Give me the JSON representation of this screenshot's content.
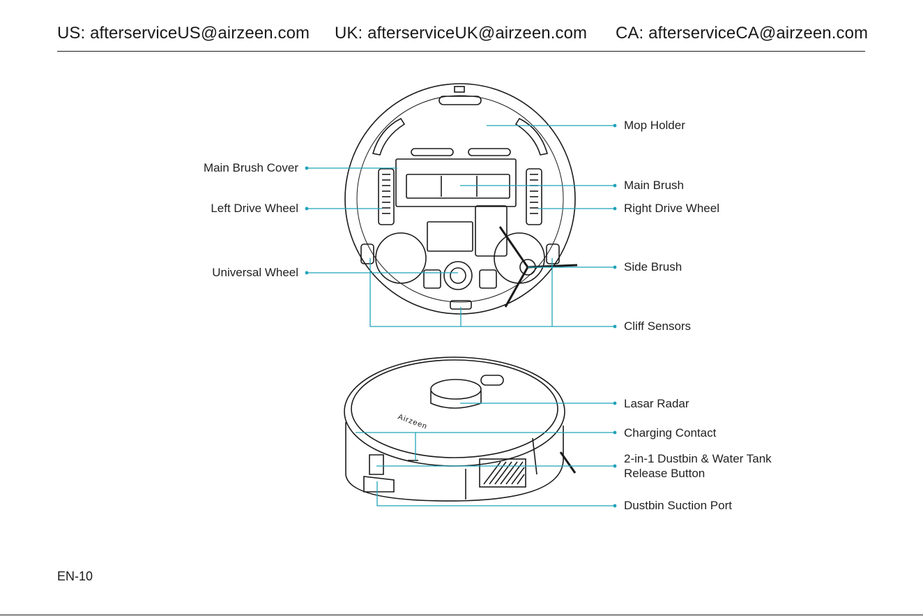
{
  "header": {
    "us_email": "US: afterserviceUS@airzeen.com",
    "uk_email": "UK: afterserviceUK@airzeen.com",
    "ca_email": "CA: afterserviceCA@airzeen.com"
  },
  "bottom_view": {
    "labels": {
      "mop_holder": "Mop Holder",
      "main_brush_cover": "Main Brush Cover",
      "main_brush": "Main Brush",
      "left_drive_wheel": "Left Drive Wheel",
      "right_drive_wheel": "Right Drive Wheel",
      "universal_wheel": "Universal Wheel",
      "side_brush": "Side Brush",
      "cliff_sensors": "Cliff Sensors"
    }
  },
  "top_view": {
    "brand_text": "Airzeen",
    "labels": {
      "lasar_radar": "Lasar Radar",
      "charging_contact": "Charging Contact",
      "dustbin_release_line1": "2-in-1 Dustbin & Water Tank",
      "dustbin_release_line2": "Release Button",
      "dustbin_suction_port": "Dustbin Suction Port"
    }
  },
  "colors": {
    "leader_line": "#1fa3b8",
    "outline": "#1a1a1a"
  },
  "footer": {
    "page_number": "EN-10"
  }
}
